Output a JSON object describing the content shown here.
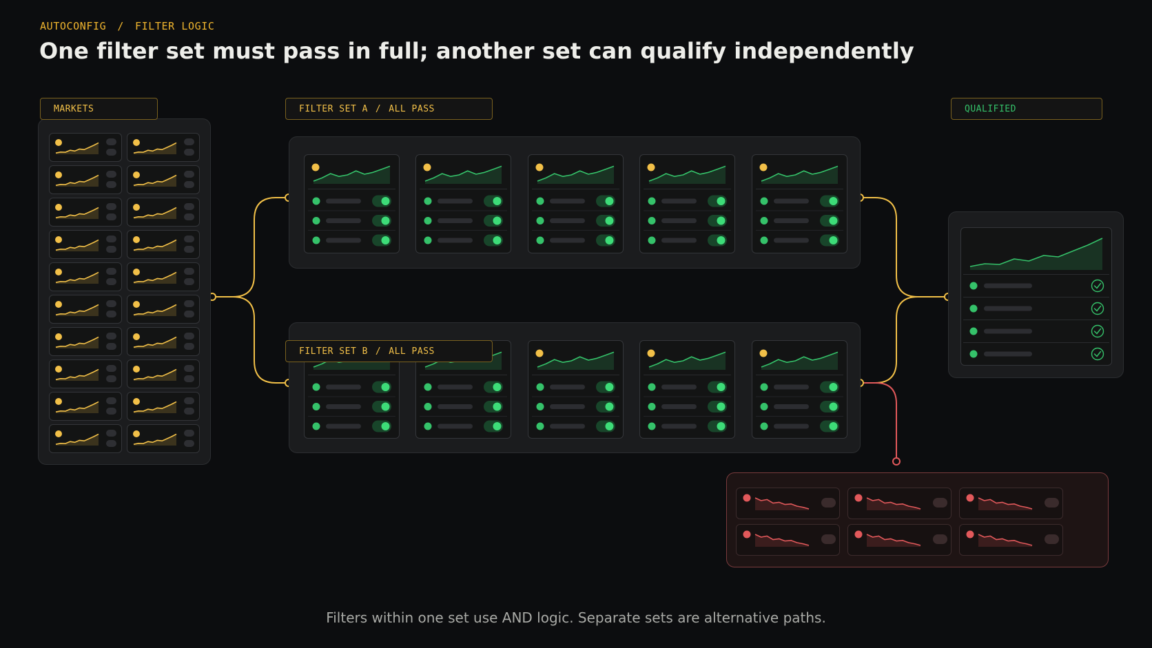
{
  "header": {
    "breadcrumb": [
      "AUTOCONFIG",
      "FILTER LOGIC"
    ],
    "breadcrumb_separator": "/",
    "title": "One filter set must pass in full; another set can qualify independently"
  },
  "labels": {
    "markets": "MARKETS",
    "filter_set_a": [
      "FILTER SET A",
      "ALL PASS"
    ],
    "filter_set_b": [
      "FILTER SET B",
      "ALL PASS"
    ],
    "qualified": "QUALIFIED",
    "separator": "/"
  },
  "caption": "Filters within one set use AND logic. Separate sets are alternative paths.",
  "diagram": {
    "markets_count": 20,
    "filter_set_a_filters": 5,
    "filter_set_b_filters": 5,
    "checks_per_filter": 3,
    "qualified_rows": 4,
    "rejected_count": 6,
    "icons": [
      "status-dot",
      "sparkline-icon",
      "toggle-switch",
      "check-circle-icon",
      "connector-node"
    ]
  },
  "colors": {
    "background": "#0c0d0f",
    "amber": "#f2c048",
    "green": "#35c26a",
    "red": "#e2595b",
    "panel": "#1b1c1e"
  }
}
